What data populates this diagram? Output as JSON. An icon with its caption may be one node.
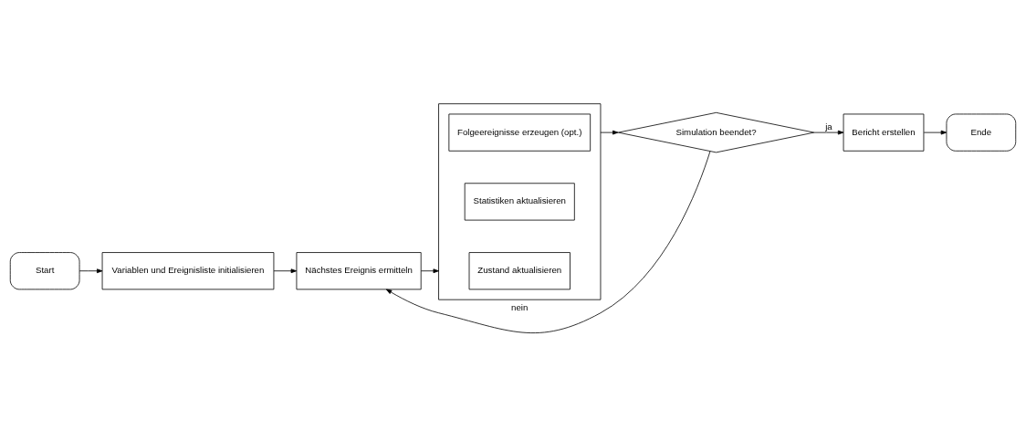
{
  "diagram": {
    "nodes": [
      {
        "text": [
          "Start"
        ]
      },
      {
        "text": [
          "Variablen und Ereignisliste initialisieren"
        ]
      },
      {
        "text": [
          "Nächstes Ereignis ermitteln"
        ]
      },
      {
        "text": [],
        "shape": "box"
      },
      {
        "text": [
          "Zustand aktualisieren"
        ],
        "in": 3
      },
      {
        "text": [
          "Statistiken aktualisieren"
        ],
        "in": 3
      },
      {
        "text": [
          "Folgeereignisse erzeugen (opt.)"
        ],
        "in": 3
      },
      {
        "text": [
          "Simulation beendet?"
        ]
      },
      {
        "text": [
          "Bericht erstellen"
        ]
      },
      {
        "text": [
          "Ende"
        ]
      }
    ],
    "edges": [
      {
        "from": 0,
        "to": 1,
        "arrow": "to"
      },
      {
        "from": 1,
        "to": 2,
        "arrow": "to"
      },
      {
        "from": 2,
        "to": 3,
        "arrow": "to"
      },
      {
        "from": 3,
        "to": 7,
        "arrow": "to"
      },
      {
        "from": 7,
        "to": 2,
        "label": "nein",
        "arrow": "to"
      },
      {
        "from": 7,
        "to": 8,
        "label": "ja",
        "arrow": "to"
      },
      {
        "from": 8,
        "to": 9,
        "arrow": "to"
      }
    ]
  }
}
